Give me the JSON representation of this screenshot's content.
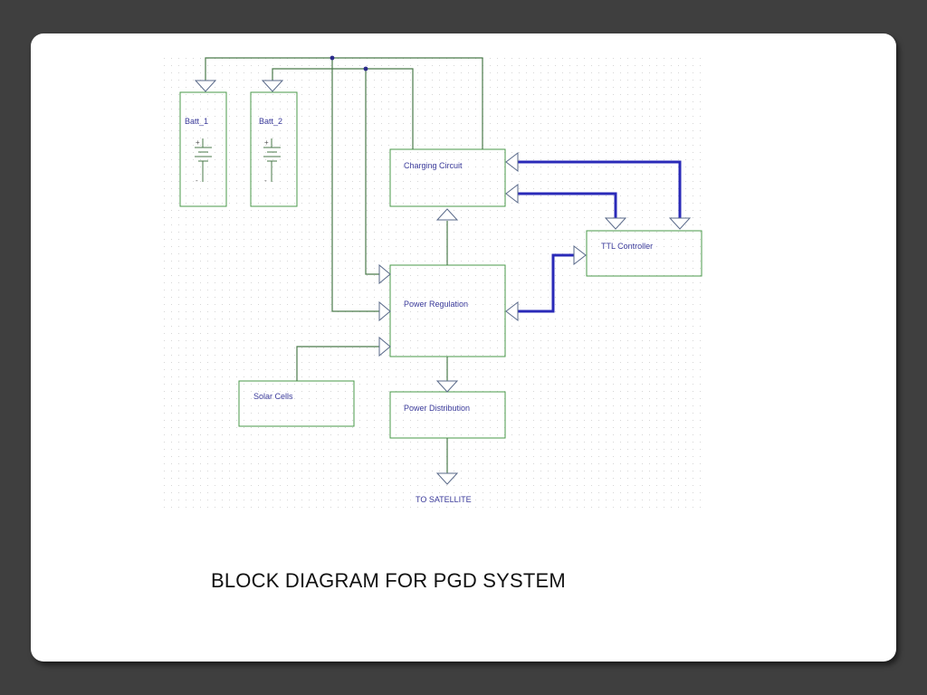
{
  "caption": "BLOCK DIAGRAM FOR PGD SYSTEM",
  "colors": {
    "page_background": "#3f3f3f",
    "slide_background": "#ffffff",
    "block_border": "#4a9a4a",
    "bus_line": "#2a2ab8",
    "wire": "#4a7a4a",
    "label_text": "#3a3a9a"
  },
  "blocks": {
    "batt_1": "Batt_1",
    "batt_2": "Batt_2",
    "charging_circuit": "Charging Circuit",
    "ttl_controller": "TTL Controller",
    "power_regulation": "Power Regulation",
    "solar_cells": "Solar Cells",
    "power_distribution": "Power Distribution"
  },
  "output_port": "TO SATELLITE",
  "battery_plus": "+",
  "battery_minus": "-"
}
